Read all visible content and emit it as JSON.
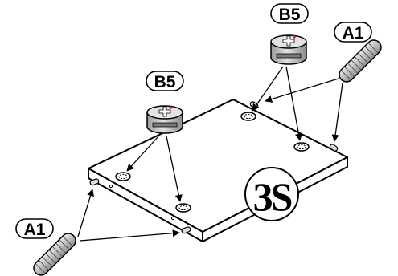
{
  "labels": {
    "dowel": "A1",
    "cam_lock": "B5",
    "panel_code": "3S"
  },
  "colors": {
    "outline": "#000000",
    "panel_fill": "#ffffff",
    "dowel_fill": "#c8c8c8",
    "cam_fill": "#c9c9c9",
    "cam_accent": "#d8252b"
  },
  "parts": {
    "dowel_icon": "wooden-dowel",
    "cam_icon": "cam-lock-fitting"
  }
}
